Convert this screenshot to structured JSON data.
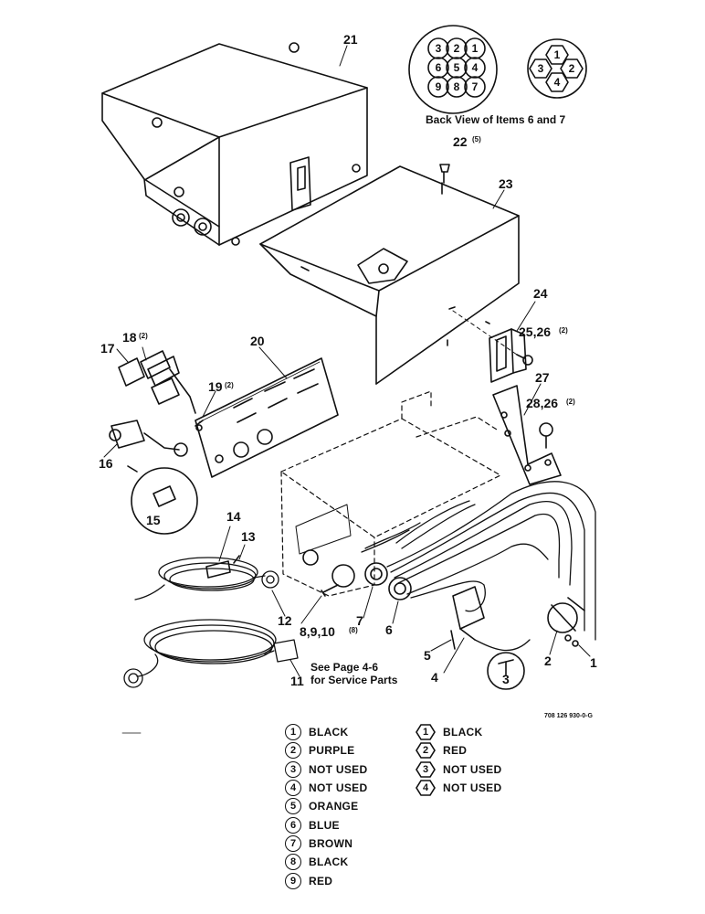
{
  "callouts": {
    "c1": "1",
    "c2": "2",
    "c3": "3",
    "c4": "4",
    "c5": "5",
    "c6": "6",
    "c7": "7",
    "c8910": "8,9,10",
    "c11": "11",
    "c12": "12",
    "c13": "13",
    "c14": "14",
    "c15": "15",
    "c16": "16",
    "c17": "17",
    "c18": "18",
    "c19": "19",
    "c20": "20",
    "c21": "21",
    "c22": "22",
    "c23": "23",
    "c24": "24",
    "c2526": "25,26",
    "c27": "27",
    "c2826": "28,26"
  },
  "quantities": {
    "q18": "(2)",
    "q19": "(2)",
    "q22": "(5)",
    "q2526": "(2)",
    "q2826": "(2)",
    "q8910": "(8)"
  },
  "back_view": {
    "caption": "Back View of Items 6 and 7",
    "nine_pin": [
      "3",
      "2",
      "1",
      "6",
      "5",
      "4",
      "9",
      "8",
      "7"
    ],
    "four_pin": [
      "1",
      "3",
      "2",
      "4"
    ]
  },
  "note": {
    "line1": "See Page 4-6",
    "line2": "for Service Parts"
  },
  "figure_code": "708 126 930-0-G",
  "legend_nine_pin": [
    {
      "num": "1",
      "label": "BLACK"
    },
    {
      "num": "2",
      "label": "PURPLE"
    },
    {
      "num": "3",
      "label": "NOT USED"
    },
    {
      "num": "4",
      "label": "NOT USED"
    },
    {
      "num": "5",
      "label": "ORANGE"
    },
    {
      "num": "6",
      "label": "BLUE"
    },
    {
      "num": "7",
      "label": "BROWN"
    },
    {
      "num": "8",
      "label": "BLACK"
    },
    {
      "num": "9",
      "label": "RED"
    }
  ],
  "legend_four_pin": [
    {
      "num": "1",
      "label": "BLACK"
    },
    {
      "num": "2",
      "label": "RED"
    },
    {
      "num": "3",
      "label": "NOT USED"
    },
    {
      "num": "4",
      "label": "NOT USED"
    }
  ]
}
